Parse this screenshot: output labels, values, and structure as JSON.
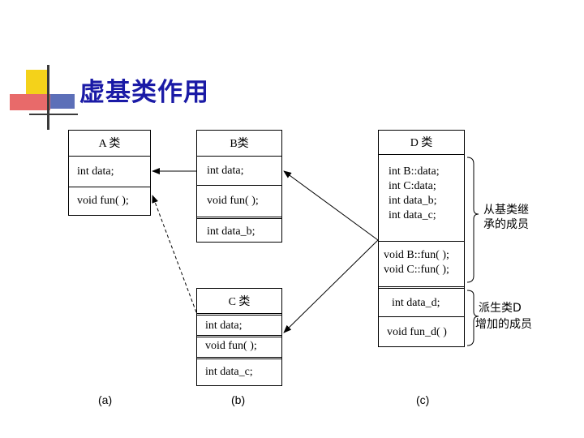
{
  "title": "虚基类作用",
  "class_a": {
    "name": "A 类",
    "member1": "int data;",
    "member2": "void fun( );"
  },
  "class_b": {
    "name": "B类",
    "member1": "int data;",
    "member2": "void fun( );",
    "member3": "int data_b;"
  },
  "class_c": {
    "name": "C 类",
    "member1": "int data;",
    "member2": "void fun( );",
    "member3": "int data_c;"
  },
  "class_d": {
    "name": "D 类",
    "inherited_data": [
      "int B::data;",
      "int C:data;",
      "int data_b;",
      "int data_c;"
    ],
    "inherited_funcs": [
      "void B::fun( );",
      "void C::fun( );"
    ],
    "own_data": "int data_d;",
    "own_func": "void fun_d( )"
  },
  "notes": {
    "inherited": [
      "从基类继",
      "承的成员"
    ],
    "added": [
      "派生类D",
      "增加的成员"
    ]
  },
  "captions": {
    "a": "(a)",
    "b": "(b)",
    "c": "(c)"
  }
}
